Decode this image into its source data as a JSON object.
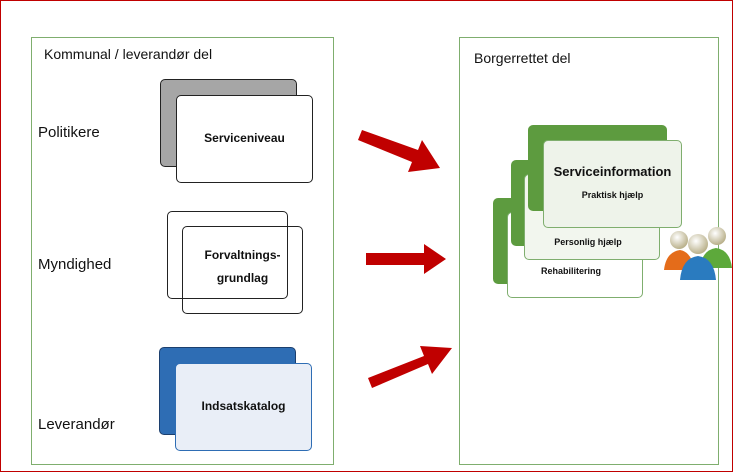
{
  "left_panel": {
    "title": "Kommunal / leverandør del",
    "rows": [
      {
        "label": "Politikere",
        "box_label": "Serviceniveau"
      },
      {
        "label": "Myndighed",
        "box_label_line1": "Forvaltnings-",
        "box_label_line2": "grundlag"
      },
      {
        "label": "Leverandør",
        "box_label": "Indsatskatalog"
      }
    ]
  },
  "right_panel": {
    "title": "Borgerrettet del",
    "cards": [
      {
        "title": "Serviceinformation",
        "subtitle": "Praktisk hjælp"
      },
      {
        "subtitle": "Personlig hjælp"
      },
      {
        "subtitle": "Rehabilitering"
      }
    ],
    "icon": "group-of-people-icon"
  },
  "colors": {
    "frame_border": "#c00000",
    "panel_border": "#7fae6e",
    "arrow": "#c00000",
    "politikere_back": "#a6a6a6",
    "leverandor_back": "#2e6db4",
    "green_card": "#5d9b3f"
  }
}
